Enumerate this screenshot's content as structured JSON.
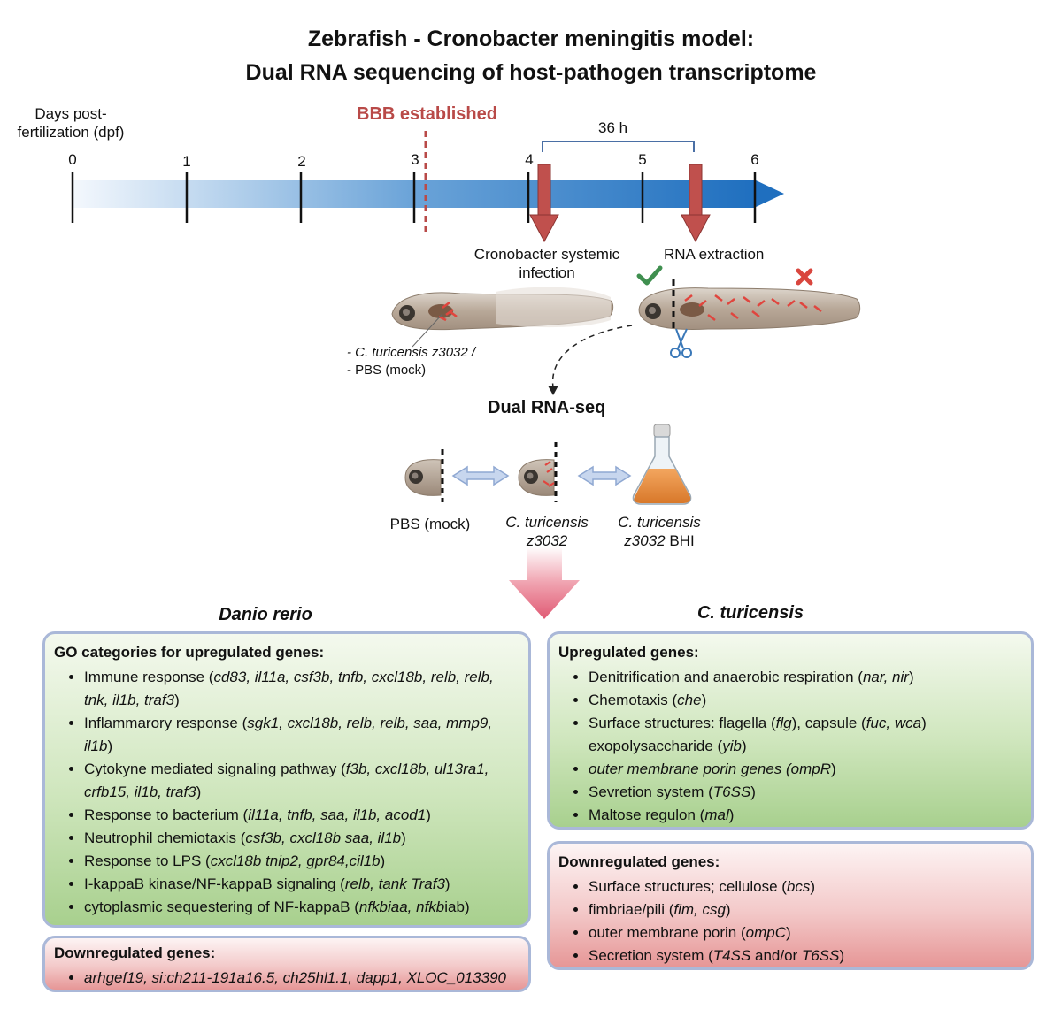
{
  "title_line1": "Zebrafish - Cronobacter meningitis model:",
  "title_line2": "Dual RNA sequencing of host-pathogen transcriptome",
  "timeline": {
    "axis_label": "Days post-fertilization (dpf)",
    "axis_label_l1": "Days post-",
    "axis_label_l2": "fertilization (dpf)",
    "ticks": [
      "0",
      "1",
      "2",
      "3",
      "4",
      "5",
      "6"
    ],
    "bbb_label": "BBB established",
    "interval_label": "36 h",
    "event_infection_l1": "Cronobacter systemic",
    "event_infection_l2": "infection",
    "event_rna": "RNA extraction"
  },
  "larva_labels": {
    "inoculum_l1": "- C. turicensis z3032 /",
    "inoculum_l2": "- PBS (mock)"
  },
  "dual_rnaseq": {
    "title": "Dual RNA-seq",
    "sample1": "PBS (mock)",
    "sample2_l1": "C. turicensis",
    "sample2_l2": "z3032",
    "sample3_l1": "C. turicensis",
    "sample3_l2": "z3032",
    "sample3_l2b": " BHI"
  },
  "colors": {
    "timeline_blue": "#2e78c4",
    "marker_red": "#c0504d",
    "bbb_red": "#b94a48",
    "check_green": "#3f8f4f",
    "cross_red": "#d9463e",
    "box_border": "#aab8d8"
  },
  "danio": {
    "heading": "Danio rerio",
    "up_title": "GO categories for upregulated genes:",
    "up_items": [
      {
        "label": "Immune response (",
        "genes": "cd83, il11a, csf3b, tnfb, cxcl18b, relb, relb, tnk, il1b, traf3",
        "end": ")"
      },
      {
        "label": "Inflammarory response (",
        "genes": "sgk1, cxcl18b, relb, relb, saa, mmp9, il1b",
        "end": ")"
      },
      {
        "label": "Cytokyne mediated signaling pathway (",
        "genes": "f3b, cxcl18b, ul13ra1, crfb15, il1b, traf3",
        "end": ")"
      },
      {
        "label": "Response to bacterium (",
        "genes": "il11a, tnfb, saa, il1b, acod1",
        "end": ")"
      },
      {
        "label": "Neutrophil chemiotaxis (",
        "genes": "csf3b, cxcl18b saa, il1b",
        "end": ")"
      },
      {
        "label": "Response to LPS (",
        "genes": "cxcl18b tnip2, gpr84,cil1b",
        "end": ")"
      },
      {
        "label": "I-kappaB kinase/NF-kappaB signaling (",
        "genes": "relb, tank Traf3",
        "end": ")"
      },
      {
        "label": "cytoplasmic sequestering of NF-kappaB (",
        "genes": "nfkbiaa, nfkb",
        "end": "iab)"
      }
    ],
    "down_title": "Downregulated genes:",
    "down_items": [
      "arhgef19, si:ch211-191a16.5, ch25hl1.1, dapp1, XLOC_013390"
    ]
  },
  "turicensis": {
    "heading": "C. turicensis",
    "up_title": "Upregulated genes:",
    "up_items": [
      {
        "label": "Denitrification and anaerobic respiration (",
        "genes": "nar, nir",
        "end": ")"
      },
      {
        "label": "Chemotaxis (",
        "genes": "che",
        "end": ")"
      },
      {
        "label": "Surface structures: flagella (",
        "genes": "flg",
        "end": "), capsule (",
        "genes2": "fuc, wca",
        "end2": ") exopolysaccharide (",
        "genes3": "yib",
        "end3": ")"
      },
      {
        "label": "",
        "genes": "outer membrane porin genes (ompR",
        "end": ")"
      },
      {
        "label": "Sevretion system (",
        "genes": "T6SS",
        "end": ")"
      },
      {
        "label": "Maltose regulon (",
        "genes": "mal",
        "end": ")"
      }
    ],
    "down_title": "Downregulated genes:",
    "down_items": [
      {
        "label": "Surface structures; cellulose  (",
        "genes": "bcs",
        "end": ")"
      },
      {
        "label": "fimbriae/pili (",
        "genes": "fim, csg",
        "end": ")"
      },
      {
        "label": "outer membrane porin (",
        "genes": "ompC",
        "end": ")"
      },
      {
        "label": "Secretion system (",
        "genes": "T4SS",
        "end": " and/or ",
        "genes2": "T6SS",
        "end2": ")"
      }
    ]
  }
}
